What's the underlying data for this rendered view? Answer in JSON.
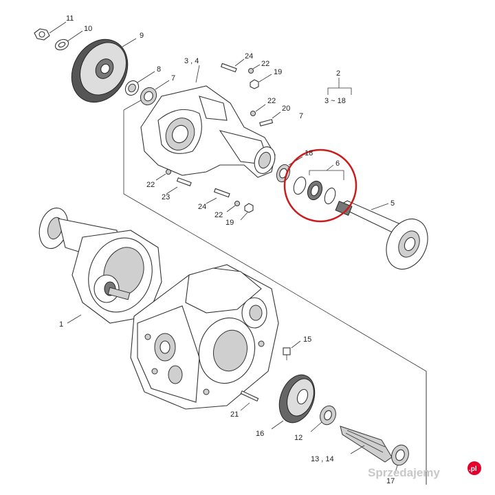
{
  "callouts": {
    "c11": "11",
    "c10": "10",
    "c9": "9",
    "c34": "3 , 4",
    "c24a": "24",
    "c22a": "22",
    "c19a": "19",
    "c8": "8",
    "c7a": "7",
    "c22b": "22",
    "c20": "20",
    "c7b": "7",
    "c2": "2",
    "c3to18": "3  ~  18",
    "c18": "18",
    "c6": "6",
    "c5": "5",
    "c22c": "22",
    "c23": "23",
    "c24b": "24",
    "c22d": "22",
    "c19b": "19",
    "c1": "1",
    "c15": "15",
    "c21": "21",
    "c16": "16",
    "c12": "12",
    "c1314": "13 , 14",
    "c17": "17"
  },
  "highlight": {
    "color": "#cc1b1b",
    "target": "6"
  },
  "watermark": {
    "text": "Sprzedajemy",
    "suffix": ".pl",
    "accent": "#e4002b"
  },
  "colors": {
    "line": "#333333",
    "fill": "#cfcfcf"
  }
}
